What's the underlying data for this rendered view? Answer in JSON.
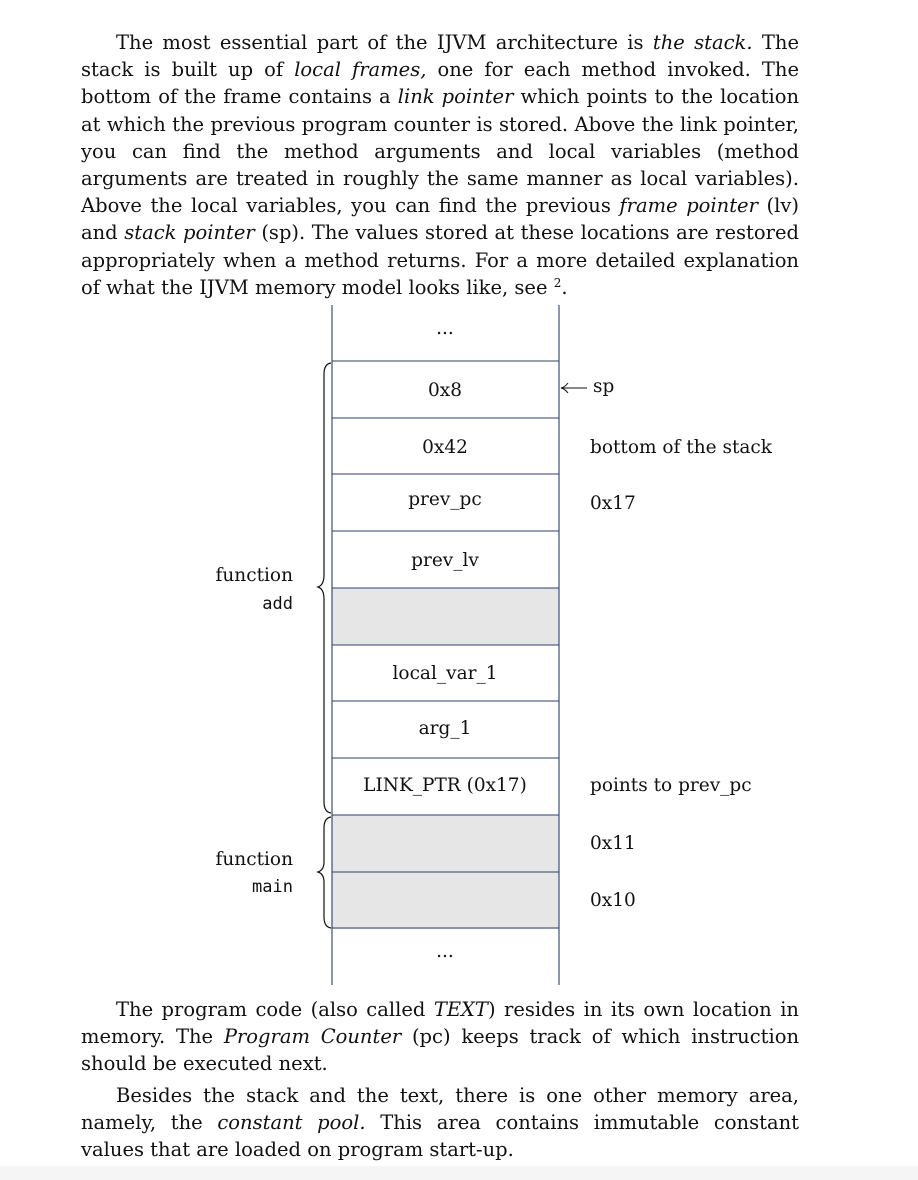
{
  "paragraph1": {
    "s1": "The most essential part of the IJVM architecture is ",
    "s1_em": "the stack.",
    "s2": " The stack is built up of ",
    "s2_em": "local frames,",
    "s3": " one for each method invoked. The bottom of the frame contains a ",
    "s3_em": "link pointer",
    "s4": " which points to the location at which the previous program counter is stored. Above the link pointer, you can find the method arguments and local variables (method arguments are treated in roughly the same manner as local variables). Above the local variables, you can find the previous ",
    "s4_em": "frame pointer",
    "s5": " (lv) and ",
    "s5_em": "stack pointer",
    "s6": " (sp). The values stored at these locations are restored appropriately when a method returns. For a more detailed explanation of what the IJVM memory model looks like, see ",
    "footnote": "2",
    "s7": "."
  },
  "diagram": {
    "ellipsis_top": "...",
    "ellipsis_bottom": "...",
    "cells": [
      "0x8",
      "0x42",
      "prev_pc",
      "prev_lv",
      "",
      "local_var_1",
      "arg_1",
      "LINK_PTR (0x17)",
      "",
      ""
    ],
    "shaded_cells": [
      4,
      8,
      9
    ],
    "right_labels": {
      "sp_arrow": "sp",
      "bottom_of_stack": "bottom of the stack",
      "addr_prev_pc": "0x17",
      "points_to": "points to prev_pc",
      "addr_0x11": "0x11",
      "addr_0x10": "0x10"
    },
    "groups": {
      "add_word": "function",
      "add_name": "add",
      "main_word": "function",
      "main_name": "main"
    }
  },
  "paragraph2": {
    "s1": "The program code (also called ",
    "s1_em": "TEXT",
    "s2": ") resides in its own location in memory. The ",
    "s2_em": "Program Counter",
    "s3": " (pc) keeps track of which instruction should be executed next."
  },
  "paragraph3": {
    "s1": "Besides the stack and the text, there is one other memory area, namely, the ",
    "s1_em": "constant pool.",
    "s2": " This area contains immutable constant values that are loaded on program start-up."
  }
}
